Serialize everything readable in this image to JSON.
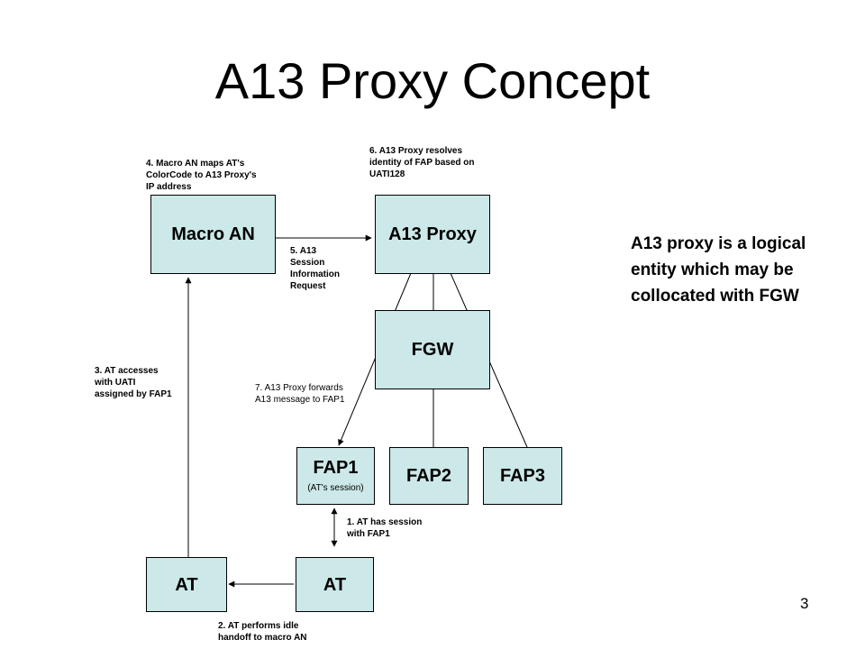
{
  "title": "A13 Proxy Concept",
  "colors": {
    "box_fill": "#cce8e8",
    "line": "#000000"
  },
  "boxes": {
    "macro_an": "Macro AN",
    "a13_proxy": "A13 Proxy",
    "fgw": "FGW",
    "fap1": "FAP1",
    "fap1_sub": "(AT's session)",
    "fap2": "FAP2",
    "fap3": "FAP3",
    "at_left": "AT",
    "at_right": "AT"
  },
  "notes": {
    "step1": "1. AT has session\nwith FAP1",
    "step2": "2. AT performs idle\nhandoff to macro AN",
    "step3": "3. AT accesses\nwith UATI\nassigned by FAP1",
    "step4": "4. Macro AN maps AT's\nColorCode to A13 Proxy's\nIP address",
    "step5": "5. A13\nSession\nInformation\nRequest",
    "step6": "6. A13 Proxy resolves\nidentity of FAP based on\nUATI128",
    "step7": "7. A13 Proxy forwards\nA13 message to FAP1"
  },
  "side_note": "A13 proxy is a logical entity which may be collocated with FGW",
  "slide_number": "3"
}
